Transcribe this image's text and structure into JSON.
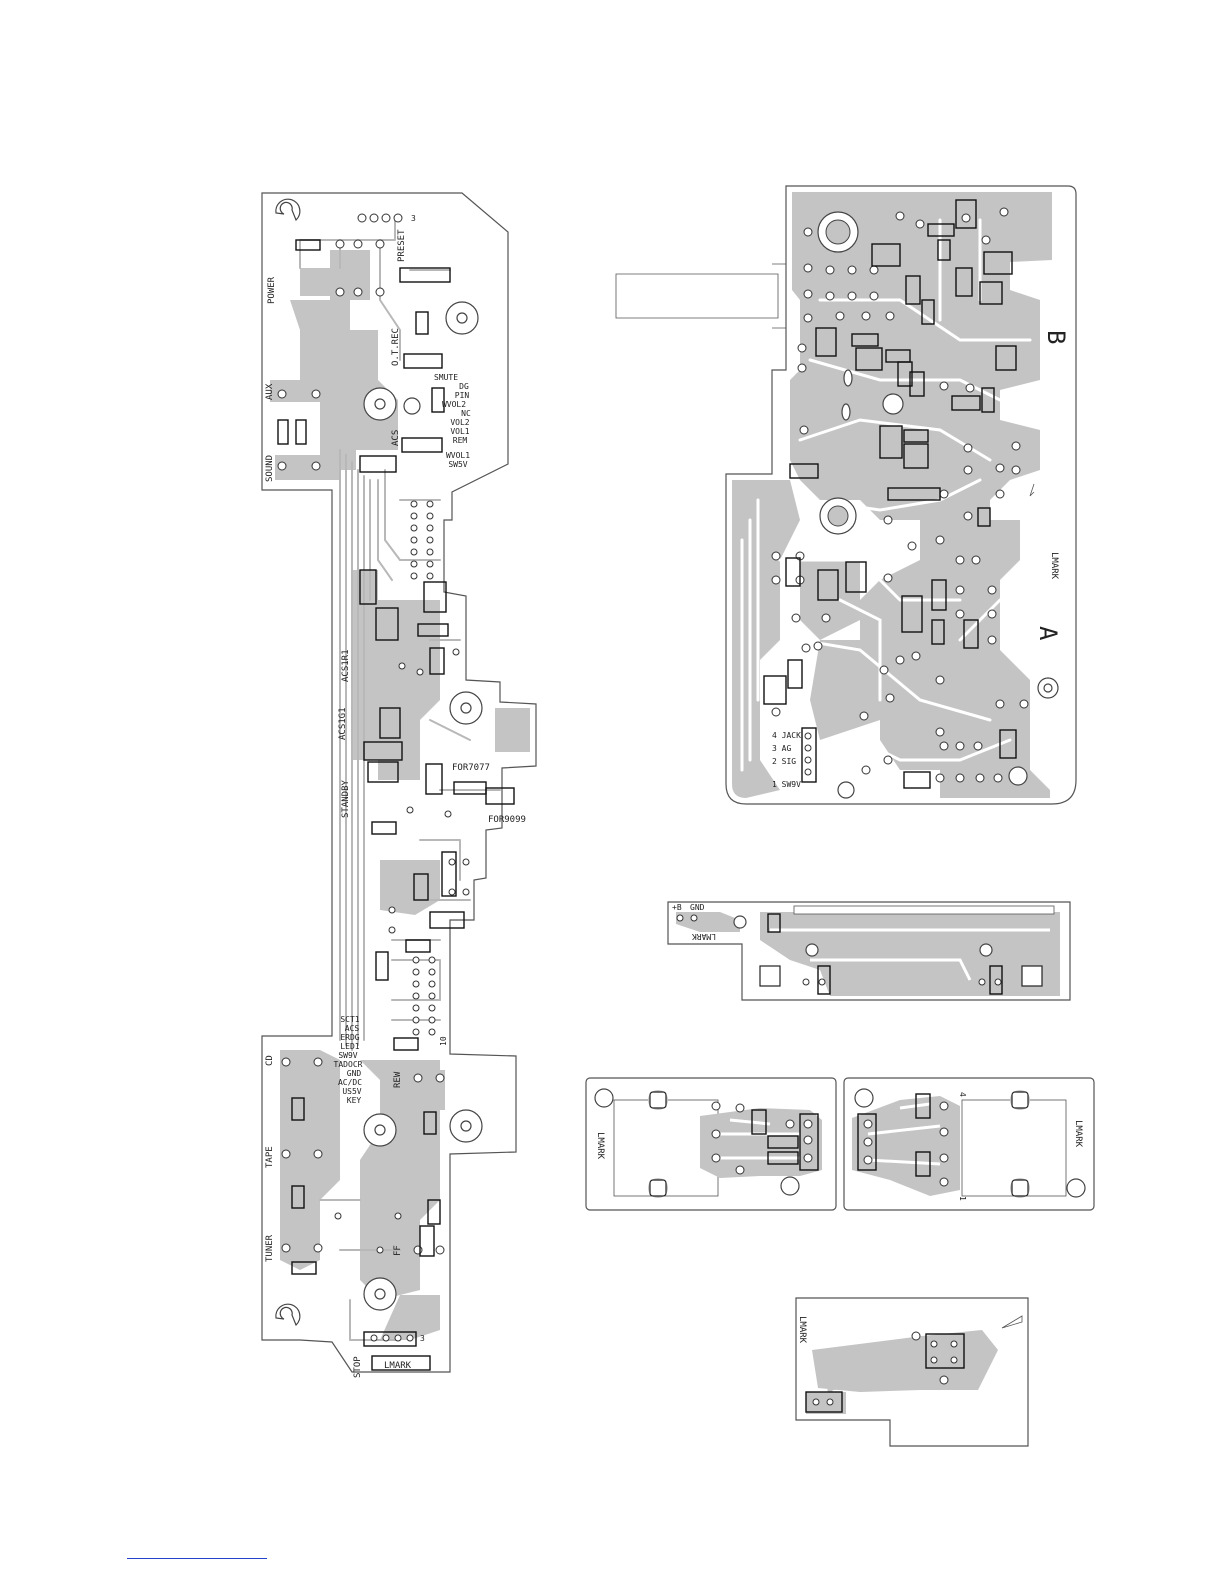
{
  "boards": {
    "main_panel": {
      "labels": {
        "power": "POWER",
        "preset": "PRESET",
        "otrec": "O.T.REC",
        "aux": "AUX",
        "sound": "SOUND",
        "acs": "ACS",
        "acs1r1": "ACS1R1",
        "acs1g1": "ACS1G1",
        "standby": "STANDBY",
        "for7077": "FOR7077",
        "for9099": "FOR9099",
        "cd": "CD",
        "tape": "TAPE",
        "tuner": "TUNER",
        "rew": "REW",
        "ff": "FF",
        "stop": "STOP",
        "lmark": "LMARK",
        "pin3_top": "3",
        "pin3_bottom": "3",
        "pin10": "10"
      },
      "signals_top": [
        "SMUTE",
        "DG",
        "PIN",
        "WVOL2",
        "NC",
        "VOL2",
        "VOL1",
        "REM",
        "WVOL1",
        "SW5V"
      ],
      "signals_bottom": [
        "SCT1",
        "ACS",
        "ERDG",
        "LED1",
        "SW9V",
        "TADOCR",
        "GND",
        "AC/DC",
        "US5V",
        "KEY"
      ]
    },
    "board_ab": {
      "labels": {
        "b": "B",
        "a": "A",
        "lmark": "LMARK"
      },
      "connector": [
        "4 JACK",
        "3 AG",
        "2 SIG",
        "1 SW9V"
      ]
    },
    "small_board": {
      "labels": {
        "plus_b": "+B",
        "gnd": "GND",
        "lmark": "LMARK"
      }
    },
    "jack_left": {
      "labels": {
        "lmark": "LMARK"
      }
    },
    "jack_right": {
      "labels": {
        "lmark": "LMARK",
        "pin4": "4",
        "pin1": "1"
      }
    },
    "bottom_board": {
      "labels": {
        "lmark": "LMARK"
      }
    }
  }
}
